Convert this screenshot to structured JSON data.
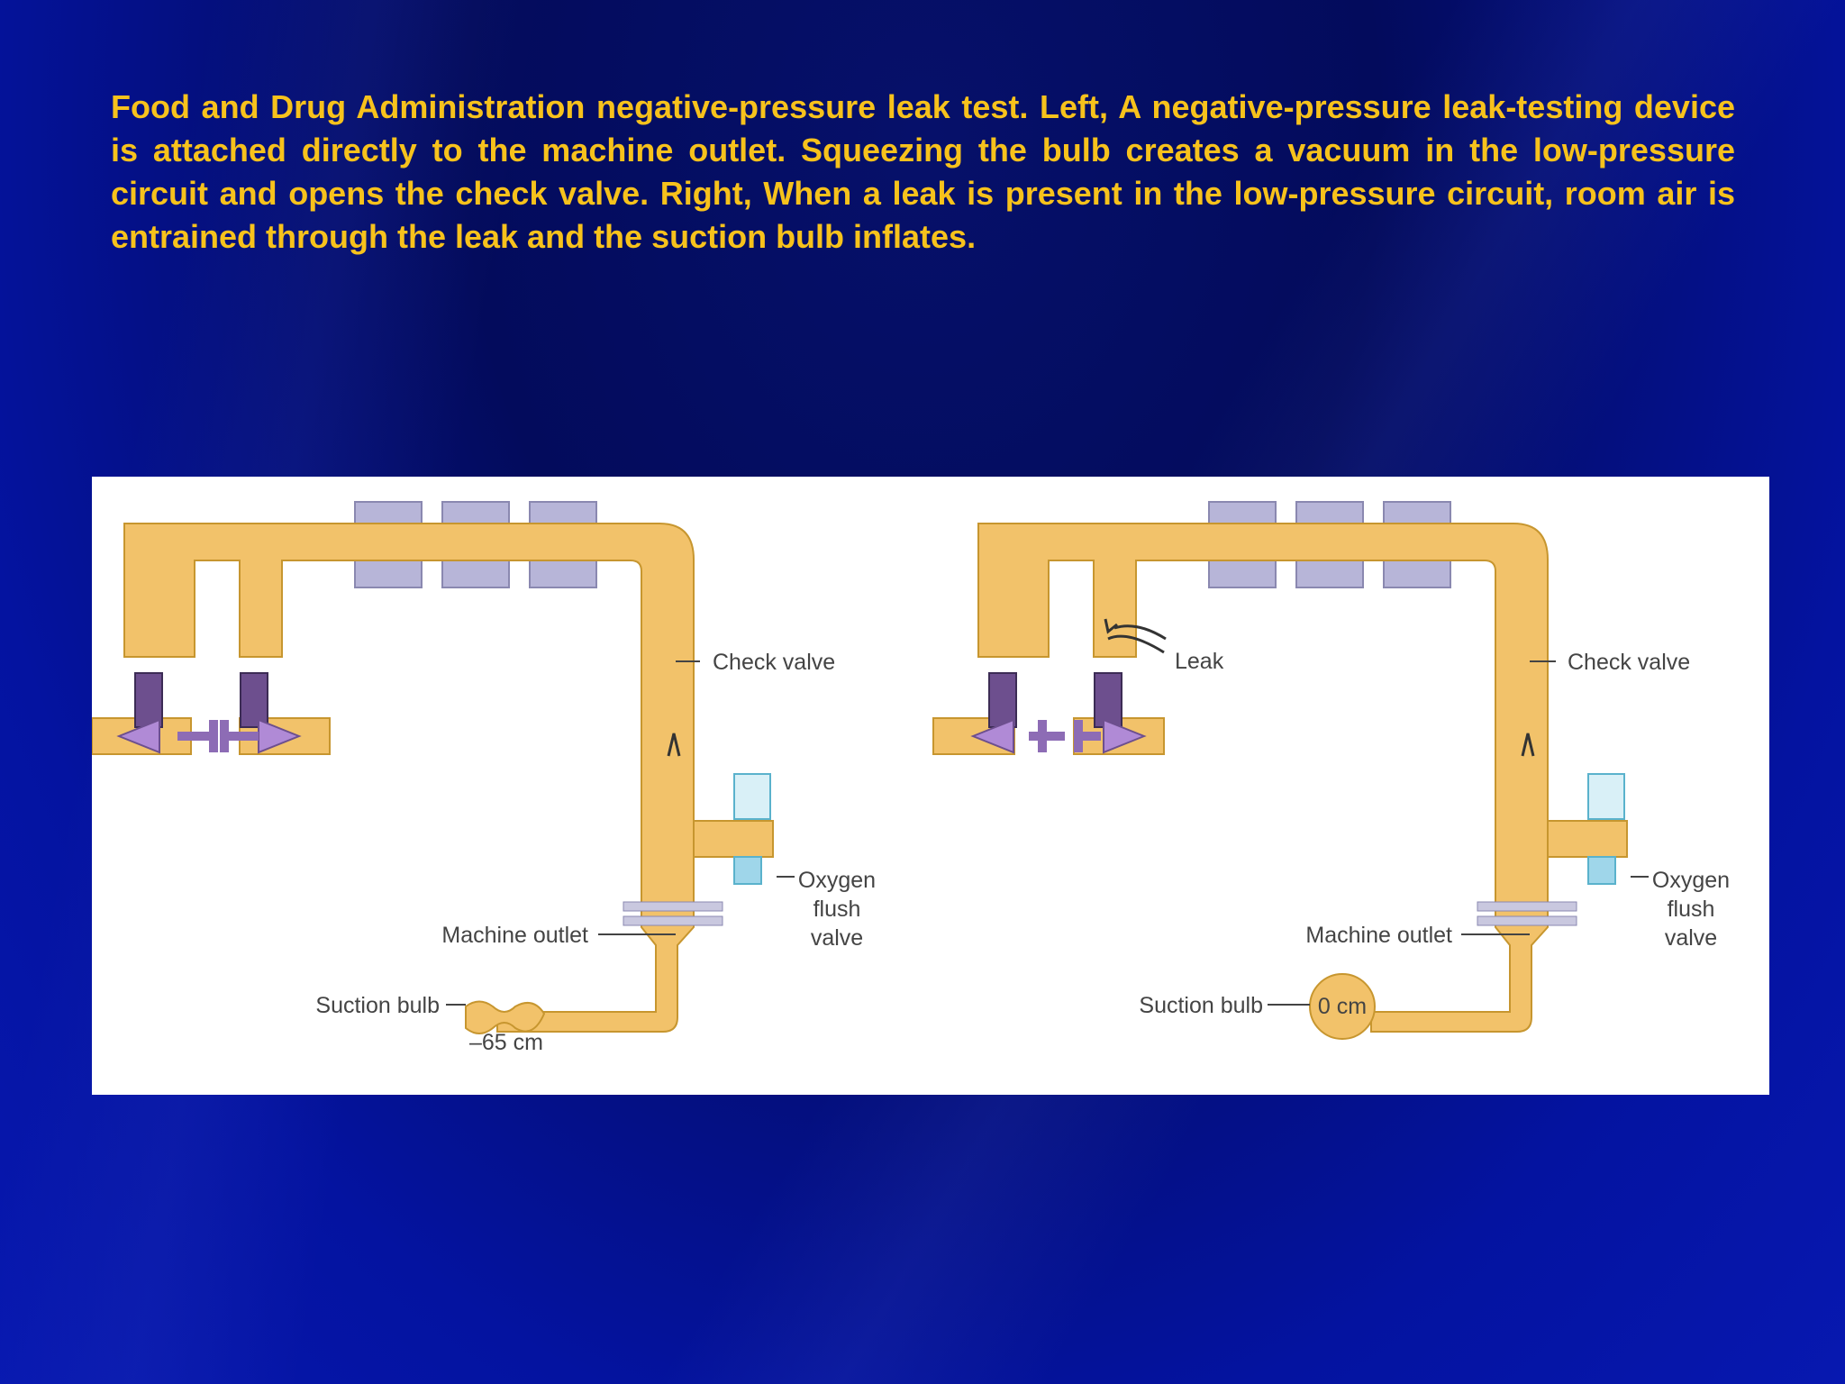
{
  "caption": "Food and Drug Administration negative-pressure leak test. Left, A negative-pressure leak-testing device is attached directly to the machine outlet. Squeezing the bulb creates a vacuum in the low-pressure circuit and opens the check valve. Right, When a leak is present in the low-pressure circuit, room air is entrained through the leak and the suction bulb inflates.",
  "left_panel": {
    "check_valve": "Check valve",
    "oxygen_flush_1": "Oxygen",
    "oxygen_flush_2": "flush",
    "oxygen_flush_3": "valve",
    "machine_outlet": "Machine outlet",
    "suction_bulb": "Suction bulb",
    "pressure": "–65 cm"
  },
  "right_panel": {
    "leak": "Leak",
    "check_valve": "Check valve",
    "oxygen_flush_1": "Oxygen",
    "oxygen_flush_2": "flush",
    "oxygen_flush_3": "valve",
    "machine_outlet": "Machine outlet",
    "suction_bulb": "Suction bulb",
    "pressure": "0 cm"
  },
  "colors": {
    "background": "#030b5c",
    "caption": "#f7c21c",
    "tube": "#f2c26a",
    "tube_edge": "#c7962f",
    "block": "#b7b5d8",
    "valve": "#6d4f8e"
  }
}
